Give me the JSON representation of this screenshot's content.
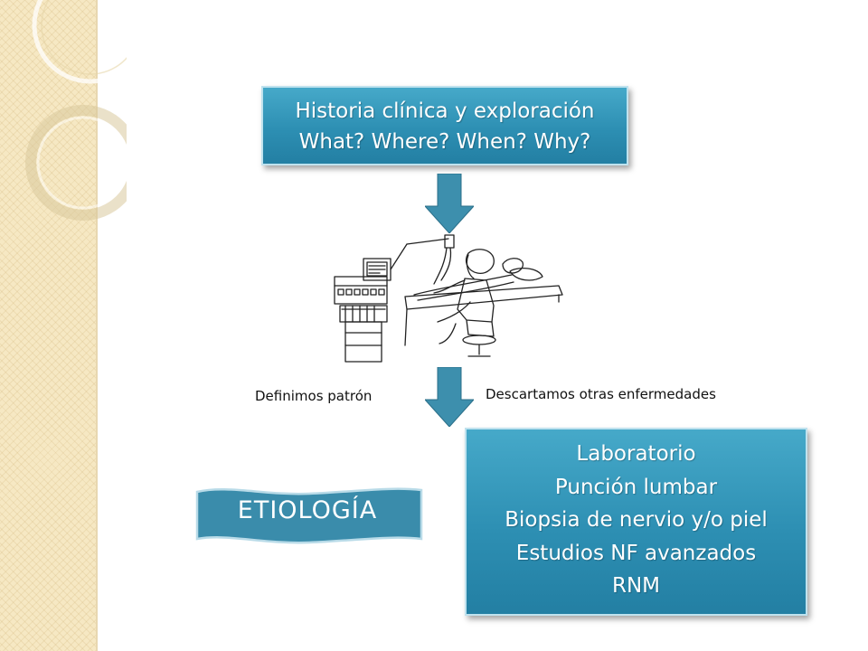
{
  "colors": {
    "box_fill": "#2d8fb3",
    "box_border": "#bfe2ee",
    "arrow_fill": "#3d8fad",
    "sidebar": "#f6e8c3"
  },
  "top_box": {
    "lines": [
      "Historia clínica y exploración",
      "What?  Where?  When?  Why?"
    ]
  },
  "illustration": {
    "icon": "emg-examination-illustration-icon"
  },
  "captions": {
    "left": "Definimos patrón",
    "right": "Descartamos otras enfermedades"
  },
  "bottom_box": {
    "lines": [
      "Laboratorio",
      "Punción lumbar",
      "Biopsia de nervio y/o piel",
      "Estudios NF avanzados",
      "RNM"
    ]
  },
  "banner": {
    "label": "ETIOLOGÍA"
  }
}
